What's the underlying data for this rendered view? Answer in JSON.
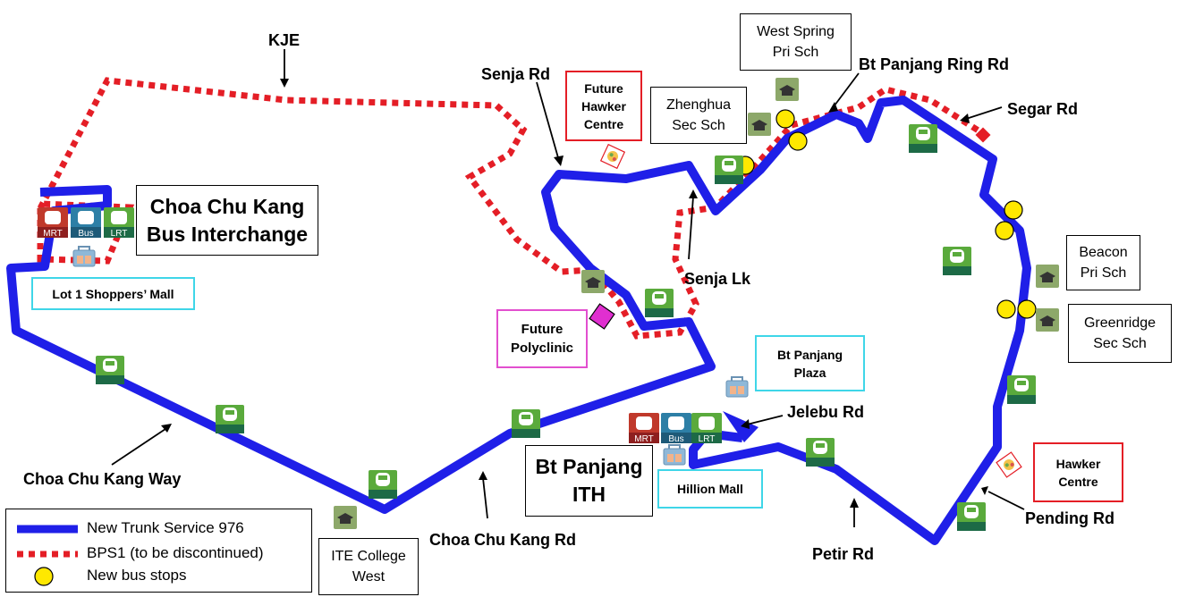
{
  "labels": {
    "kje": "KJE",
    "senja_rd": "Senja Rd",
    "senja_lk": "Senja Lk",
    "bt_panjang_ring_rd": "Bt Panjang Ring Rd",
    "segar_rd": "Segar Rd",
    "jelebu_rd": "Jelebu Rd",
    "petir_rd": "Petir Rd",
    "pending_rd": "Pending Rd",
    "cck_way": "Choa Chu Kang Way",
    "cck_rd": "Choa Chu Kang Rd"
  },
  "places": {
    "cck_interchange": [
      "Choa Chu Kang",
      "Bus Interchange"
    ],
    "lot1": "Lot 1 Shoppers’ Mall",
    "future_hawker": [
      "Future",
      "Hawker",
      "Centre"
    ],
    "zhenghua": [
      "Zhenghua",
      "Sec Sch"
    ],
    "west_spring": [
      "West Spring",
      "Pri Sch"
    ],
    "future_polyclinic": [
      "Future",
      "Polyclinic"
    ],
    "bt_panjang_plaza": [
      "Bt Panjang",
      "Plaza"
    ],
    "beacon": [
      "Beacon",
      "Pri Sch"
    ],
    "greenridge": [
      "Greenridge",
      "Sec Sch"
    ],
    "bt_panjang_ith": [
      "Bt Panjang",
      "ITH"
    ],
    "hillion": "Hillion Mall",
    "hawker_centre": [
      "Hawker",
      "Centre"
    ],
    "ite": [
      "ITE College",
      "West"
    ]
  },
  "icons": {
    "mrt": "MRT",
    "bus": "Bus",
    "lrt": "LRT"
  },
  "legend": {
    "trunk": "New Trunk Service 976",
    "bps1": "BPS1 (to be discontinued)",
    "stops": "New bus stops"
  },
  "colors": {
    "trunk": "#1f1fe8",
    "bps1": "#e41e26",
    "stop": "#ffe800",
    "lrt": "#5aaa3c",
    "mrt": "#c0392b",
    "bus": "#2d7fa6",
    "school": "#8da86a",
    "hawker_border": "#e41e26",
    "mall_border": "#3fd6e8",
    "polyclinic_border": "#e24fcf",
    "polyclinic_fill": "#e02fd0"
  }
}
